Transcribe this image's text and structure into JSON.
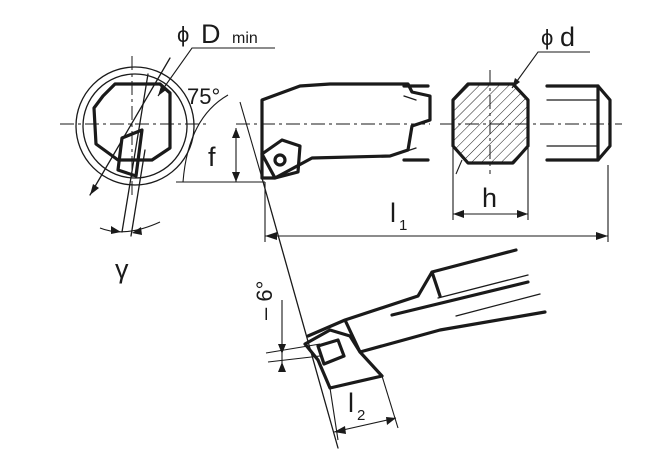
{
  "labels": {
    "d_min_symbol": "ϕ",
    "d_min_text": "D",
    "d_min_suffix": "min",
    "d_symbol": "ϕ",
    "d_text": "d",
    "angle_75": "75°",
    "f": "f",
    "h": "h",
    "l1_main": "l",
    "l1_sub": "1",
    "l2_main": "l",
    "l2_sub": "2",
    "gamma": "γ",
    "angle_6": "– 6°"
  }
}
